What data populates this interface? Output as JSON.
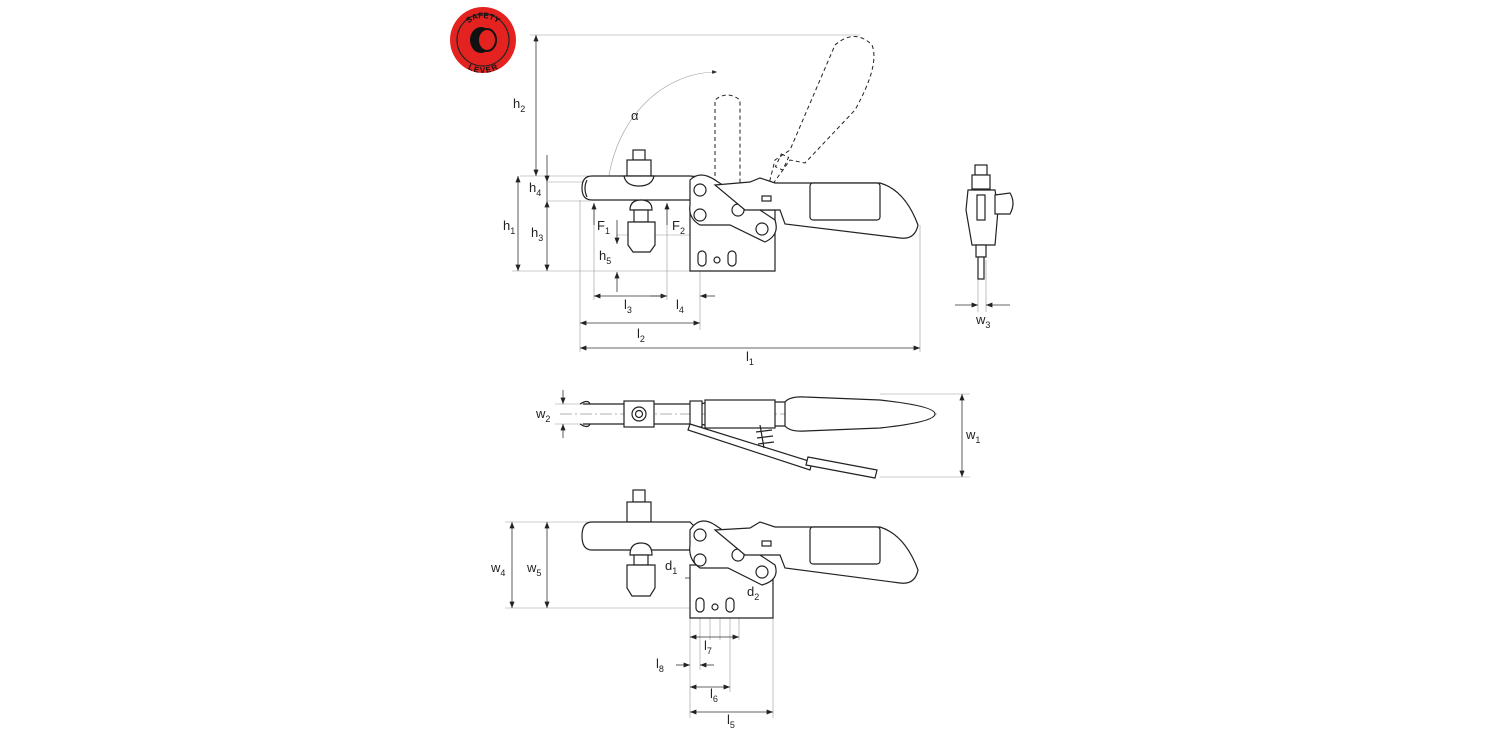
{
  "badge": {
    "top_text": "SAFETY",
    "bottom_text": "LEVER",
    "color": "#e42320"
  },
  "labels": {
    "alpha": "α",
    "h2": {
      "m": "h",
      "s": "2"
    },
    "h4": {
      "m": "h",
      "s": "4"
    },
    "h1": {
      "m": "h",
      "s": "1"
    },
    "h3": {
      "m": "h",
      "s": "3"
    },
    "F1": {
      "m": "F",
      "s": "1"
    },
    "F2": {
      "m": "F",
      "s": "2"
    },
    "h5": {
      "m": "h",
      "s": "5"
    },
    "l3": {
      "m": "l",
      "s": "3"
    },
    "l4": {
      "m": "l",
      "s": "4"
    },
    "l2": {
      "m": "l",
      "s": "2"
    },
    "l1": {
      "m": "l",
      "s": "1"
    },
    "w3": {
      "m": "w",
      "s": "3"
    },
    "w2": {
      "m": "w",
      "s": "2"
    },
    "w1": {
      "m": "w",
      "s": "1"
    },
    "w4": {
      "m": "w",
      "s": "4"
    },
    "w5": {
      "m": "w",
      "s": "5"
    },
    "d1": {
      "m": "d",
      "s": "1"
    },
    "d2": {
      "m": "d",
      "s": "2"
    },
    "l7": {
      "m": "l",
      "s": "7"
    },
    "l8": {
      "m": "l",
      "s": "8"
    },
    "l6": {
      "m": "l",
      "s": "6"
    },
    "l5": {
      "m": "l",
      "s": "5"
    }
  }
}
